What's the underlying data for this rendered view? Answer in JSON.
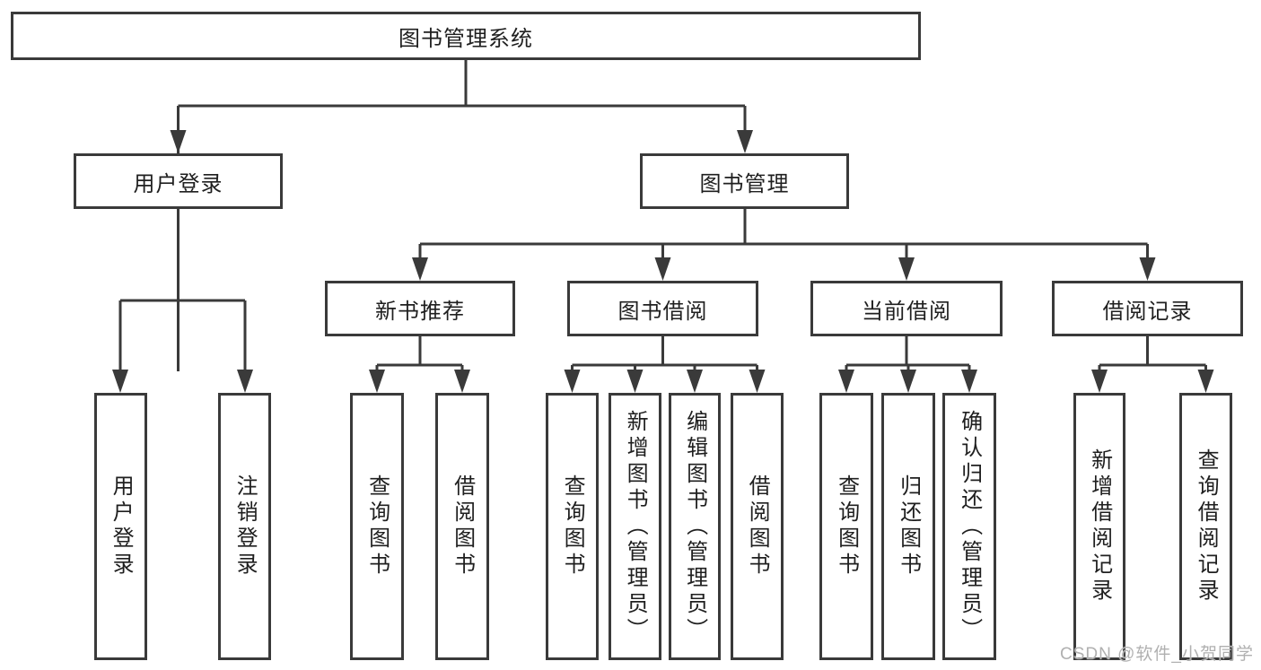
{
  "diagram": {
    "root": {
      "label": "图书管理系统"
    },
    "level2": [
      {
        "id": "user-login",
        "label": "用户登录"
      },
      {
        "id": "book-management",
        "label": "图书管理"
      }
    ],
    "level3": [
      {
        "id": "new-book-recommend",
        "label": "新书推荐"
      },
      {
        "id": "book-borrow",
        "label": "图书借阅"
      },
      {
        "id": "current-borrow",
        "label": "当前借阅"
      },
      {
        "id": "borrow-records",
        "label": "借阅记录"
      }
    ],
    "leaves": [
      {
        "id": "user-login-action",
        "label": "用户登录"
      },
      {
        "id": "logout-action",
        "label": "注销登录"
      },
      {
        "id": "query-books-recommend",
        "label": "查询图书"
      },
      {
        "id": "borrow-book-recommend",
        "label": "借阅图书"
      },
      {
        "id": "query-books-borrow",
        "label": "查询图书"
      },
      {
        "id": "add-book-admin",
        "label": "新增图书（管理员）"
      },
      {
        "id": "edit-book-admin",
        "label": "编辑图书（管理员）"
      },
      {
        "id": "borrow-book",
        "label": "借阅图书"
      },
      {
        "id": "query-books-current",
        "label": "查询图书"
      },
      {
        "id": "return-book",
        "label": "归还图书"
      },
      {
        "id": "confirm-return-admin",
        "label": "确认归还（管理员）"
      },
      {
        "id": "add-borrow-record",
        "label": "新增借阅记录"
      },
      {
        "id": "query-borrow-record",
        "label": "查询借阅记录"
      }
    ]
  },
  "watermark": "CSDN @软件_小贺同学",
  "colors": {
    "line": "#3a3a3a",
    "text": "#1f1f1f",
    "watermark": "#b0b0b0",
    "background": "#ffffff"
  }
}
